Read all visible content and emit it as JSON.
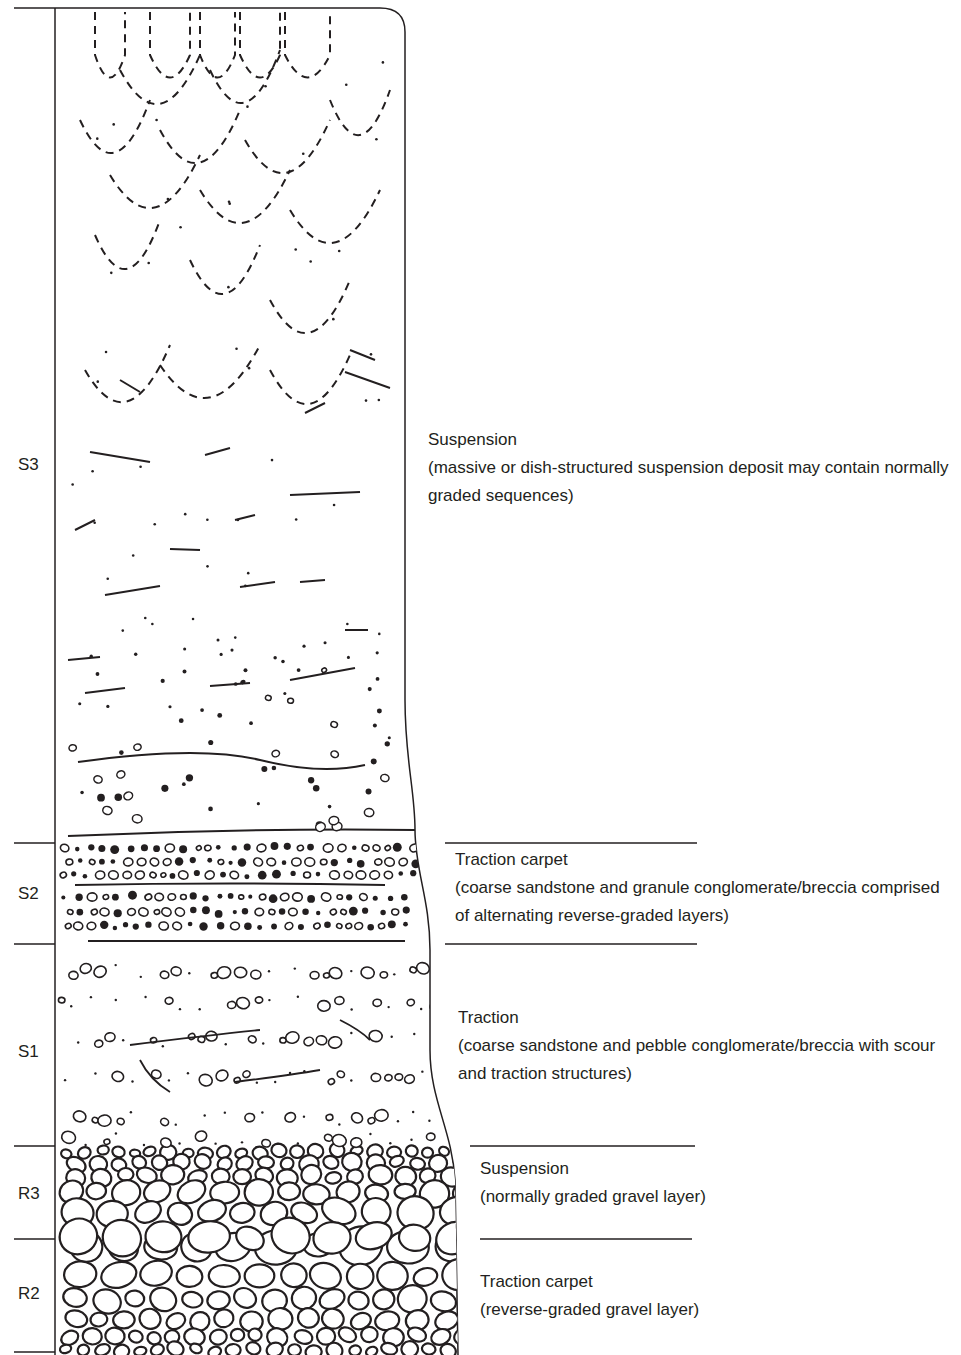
{
  "diagram": {
    "labels": [
      "S3",
      "S2",
      "S1",
      "R3",
      "R2",
      "Suspension",
      "(massive or dish-structured suspension deposit may contain normally graded sequences)",
      "Traction carpet",
      "(coarse sandstone and granule conglomerate/breccia comprised of alternating reverse-graded layers)",
      "Traction",
      "(coarse sandstone and pebble conglomerate/breccia with scour and traction structures)",
      "Suspension",
      "(normally graded gravel layer)",
      "Traction carpet",
      "(reverse-graded gravel layer)"
    ]
  }
}
